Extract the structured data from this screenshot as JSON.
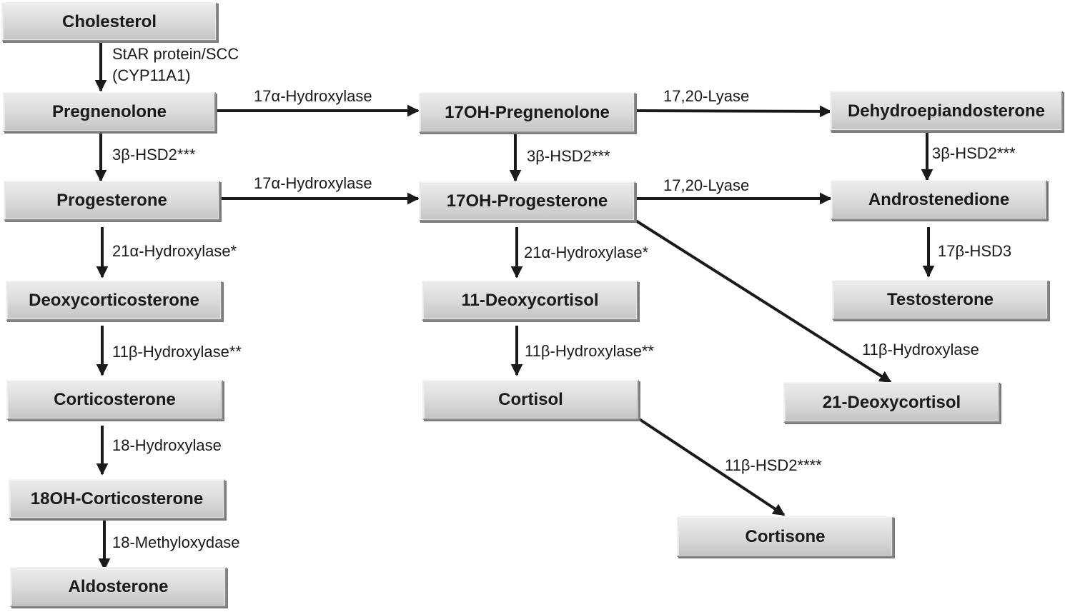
{
  "colors": {
    "arrow": "#1a1a1a",
    "node_fill": "#d9d9d9",
    "node_border": "#8c8c8c"
  },
  "nodes": {
    "cholesterol": "Cholesterol",
    "pregnenolone": "Pregnenolone",
    "oh17_pregnenolone": "17OH-Pregnenolone",
    "dhea": "Dehydroepiandosterone",
    "progesterone": "Progesterone",
    "oh17_progesterone": "17OH-Progesterone",
    "androstenedione": "Androstenedione",
    "deoxycorticosterone": "Deoxycorticosterone",
    "deoxycortisol_11": "11-Deoxycortisol",
    "testosterone": "Testosterone",
    "corticosterone": "Corticosterone",
    "cortisol": "Cortisol",
    "deoxycortisol_21": "21-Deoxycortisol",
    "oh18_corticosterone": "18OH-Corticosterone",
    "cortisone": "Cortisone",
    "aldosterone": "Aldosterone"
  },
  "labels": {
    "star_scc_line1": "StAR protein/SCC",
    "star_scc_line2": "(CYP11A1)",
    "hydroxylase17a_top": "17α-Hydroxylase",
    "lyase_top": "17,20-Lyase",
    "hsd2_left": "3β-HSD2***",
    "hsd2_mid": "3β-HSD2***",
    "hsd2_right": "3β-HSD2***",
    "hydroxylase17a_mid": "17α-Hydroxylase",
    "lyase_mid": "17,20-Lyase",
    "hydroxylase21a_left": "21α-Hydroxylase*",
    "hydroxylase21a_mid": "21α-Hydroxylase*",
    "hsd3_17b": "17β-HSD3",
    "hydroxylase11b_left": "11β-Hydroxylase**",
    "hydroxylase11b_mid": "11β-Hydroxylase**",
    "hydroxylase11b_diag": "11β-Hydroxylase",
    "hydroxylase18": "18-Hydroxylase",
    "hsd2_11b": "11β-HSD2****",
    "methyloxydase18": "18-Methyloxydase"
  }
}
